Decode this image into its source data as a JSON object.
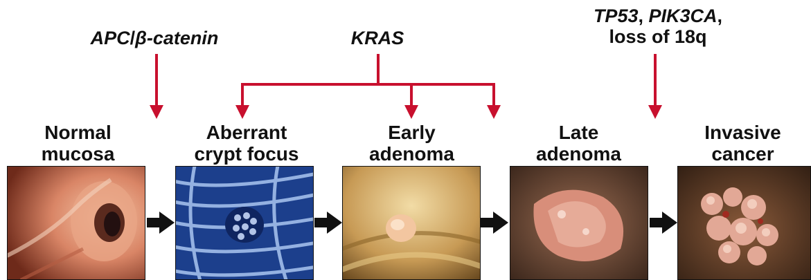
{
  "colors": {
    "arrow_red": "#c8102e",
    "arrow_black": "#111111"
  },
  "mutations": {
    "apc": {
      "part1": "APC",
      "slash": "/",
      "part2": "β-catenin"
    },
    "kras": {
      "label": "KRAS"
    },
    "late": {
      "line1_part1": "TP53",
      "line1_sep": ", ",
      "line1_part2": "PIK3CA",
      "line1_end": ",",
      "line2": "loss of 18q"
    }
  },
  "stages": [
    {
      "line1": "Normal",
      "line2": "mucosa",
      "image": "normal-mucosa-endoscopy-image"
    },
    {
      "line1": "Aberrant",
      "line2": "crypt focus",
      "image": "aberrant-crypt-focus-image"
    },
    {
      "line1": "Early",
      "line2": "adenoma",
      "image": "early-adenoma-endoscopy-image"
    },
    {
      "line1": "Late",
      "line2": "adenoma",
      "image": "late-adenoma-endoscopy-image"
    },
    {
      "line1": "Invasive",
      "line2": "cancer",
      "image": "invasive-cancer-endoscopy-image"
    }
  ]
}
